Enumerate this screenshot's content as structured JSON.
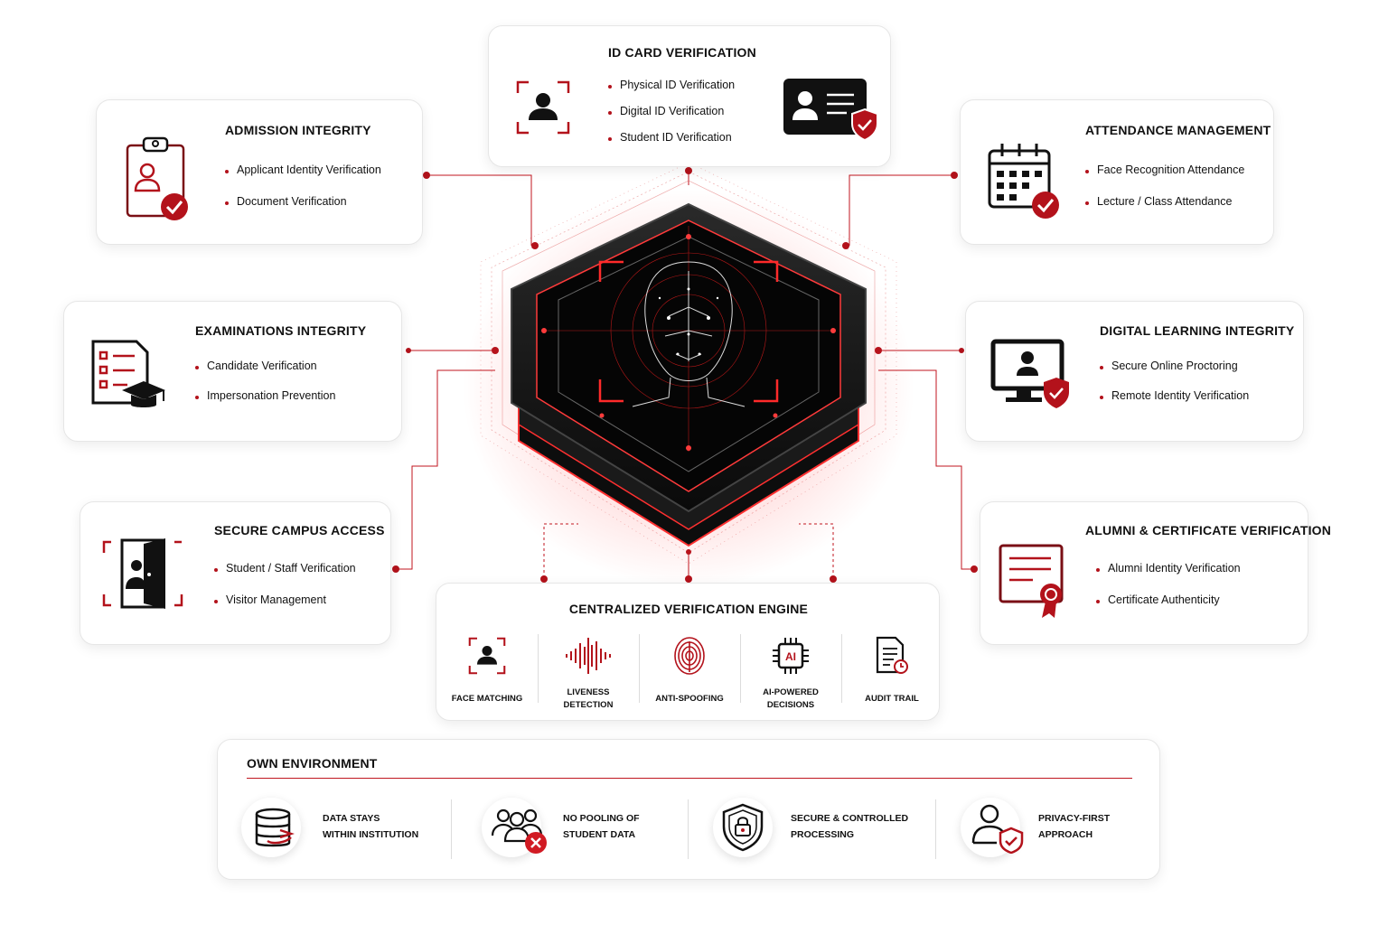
{
  "colors": {
    "accent": "#b3121b",
    "dark": "#111111",
    "card_border": "#e6e6e6"
  },
  "cards": {
    "id_card": {
      "title": "ID CARD VERIFICATION",
      "items": [
        "Physical ID Verification",
        "Digital ID Verification",
        "Student ID Verification"
      ],
      "icons": [
        "face-frame-icon",
        "id-card-shield-icon"
      ]
    },
    "admission": {
      "title": "ADMISSION INTEGRITY",
      "items": [
        "Applicant Identity Verification",
        "Document Verification"
      ],
      "icon": "clipboard-check-icon"
    },
    "attendance": {
      "title": "ATTENDANCE MANAGEMENT",
      "items": [
        "Face Recognition Attendance",
        "Lecture / Class Attendance"
      ],
      "icon": "calendar-check-icon"
    },
    "examinations": {
      "title": "EXAMINATIONS INTEGRITY",
      "items": [
        "Candidate Verification",
        "Impersonation Prevention"
      ],
      "icon": "checklist-graduation-icon"
    },
    "digital_learning": {
      "title": "DIGITAL LEARNING INTEGRITY",
      "items": [
        "Secure Online Proctoring",
        "Remote Identity Verification"
      ],
      "icon": "monitor-shield-icon"
    },
    "campus": {
      "title": "SECURE CAMPUS ACCESS",
      "items": [
        "Student / Staff Verification",
        "Visitor Management"
      ],
      "icon": "door-person-icon"
    },
    "alumni": {
      "title": "ALUMNI & CERTIFICATE VERIFICATION",
      "items": [
        "Alumni Identity Verification",
        "Certificate Authenticity"
      ],
      "icon": "certificate-icon"
    }
  },
  "engine": {
    "title": "CENTRALIZED VERIFICATION ENGINE",
    "items": [
      {
        "label": "FACE MATCHING",
        "icon": "face-frame-icon"
      },
      {
        "label": "LIVENESS\nDETECTION",
        "icon": "waveform-icon"
      },
      {
        "label": "ANTI-SPOOFING",
        "icon": "fingerprint-face-icon"
      },
      {
        "label": "AI-POWERED\nDECISIONS",
        "icon": "ai-chip-icon"
      },
      {
        "label": "AUDIT TRAIL",
        "icon": "document-audit-icon"
      }
    ]
  },
  "environment": {
    "title": "OWN ENVIRONMENT",
    "items": [
      {
        "label": "DATA STAYS\nWITHIN INSTITUTION",
        "icon": "database-icon"
      },
      {
        "label": "NO POOLING OF\nSTUDENT DATA",
        "icon": "group-no-icon"
      },
      {
        "label": "SECURE & CONTROLLED\nPROCESSING",
        "icon": "shield-lock-icon"
      },
      {
        "label": "PRIVACY-FIRST\nAPPROACH",
        "icon": "user-shield-icon"
      }
    ]
  },
  "hub": {
    "icon": "face-scan-hexagon-icon"
  }
}
